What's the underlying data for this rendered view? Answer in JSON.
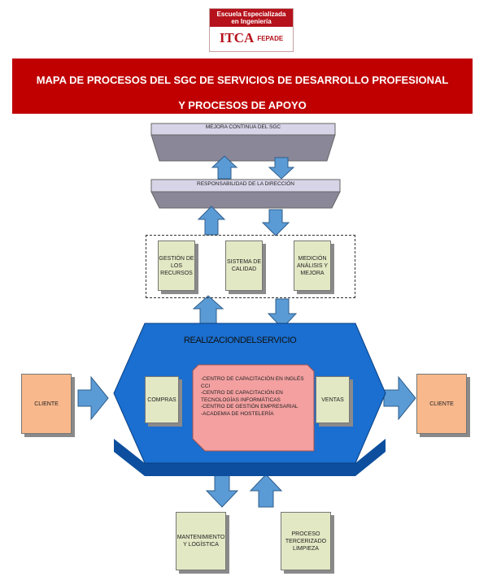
{
  "logo": {
    "line1": "Escuela Especializada",
    "line2": "en Ingeniería",
    "name": "ITCA",
    "partner": "FEPADE"
  },
  "banner": {
    "line1": "MAPA DE PROCESOS DEL SGC DE SERVICIOS DE DESARROLLO PROFESIONAL",
    "line2": "Y  PROCESOS  DE APOYO"
  },
  "diagram": {
    "mejora": "MEJORA CONTINUA DEL SGC",
    "responsabilidad": "RESPONSABILIDAD DE LA DIRECCIÓN",
    "gestion": "GESTIÓN DE LOS RECURSOS",
    "sistema": "SISTEMA DE CALIDAD",
    "medicion": "MEDICIÓN ANÁLISIS Y MEJORA",
    "realizacion": "REALIZACIONDELSERVICIO",
    "compras": "COMPRAS",
    "ventas": "VENTAS",
    "cliente_left": "CLIENTE",
    "cliente_right": "CLIENTE",
    "services": [
      "-CENTRO DE CAPACITACIÓN EN INGLÉS CCI",
      "-CENTRO DE CAPACITACIÓN EN TECNOLOGÍAS INFORMÁTICAS",
      "-CENTRO DE GESTIÓN EMPRESARIAL",
      "-ACADEMIA DE HOSTELERÍA"
    ],
    "mantenimiento": "MANTENIMIENTO Y LOGÍSTICA",
    "proceso": "PROCESO TERCERIZADO LIMPIEZA"
  },
  "colors": {
    "banner": "#c00000",
    "hexagon": "#1a6fd0",
    "arrow": "#5b9bd5",
    "services_box": "#f4a0a0",
    "process_box": "#e3e8c4",
    "client_box": "#f8b88c",
    "top_box": "#d8d4e8"
  }
}
